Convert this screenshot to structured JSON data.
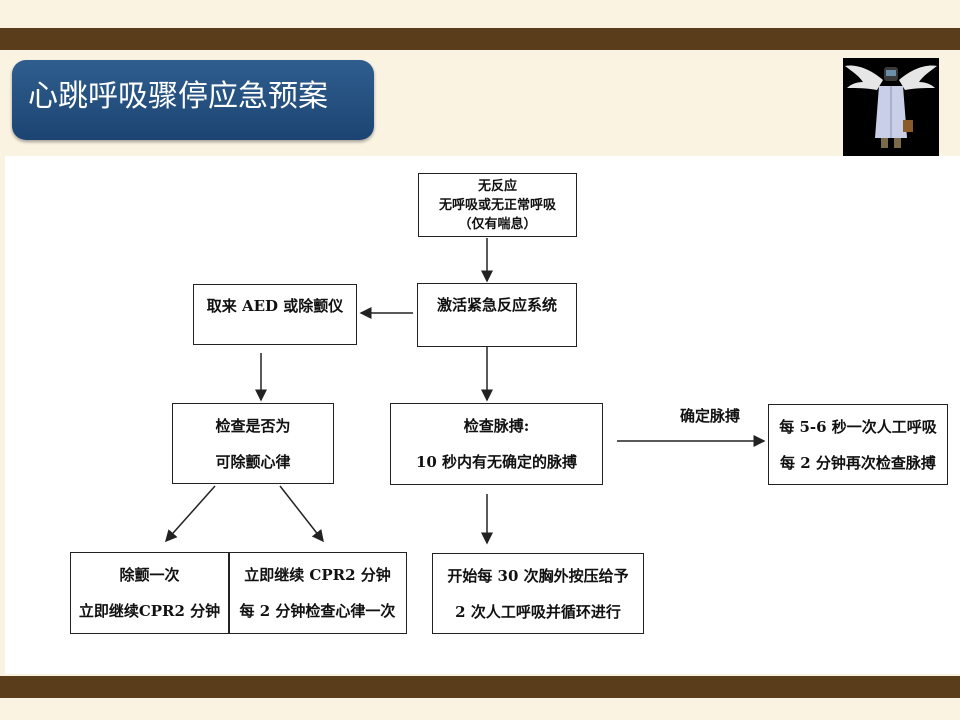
{
  "title": "心跳呼吸骤停应急预案",
  "nodes": {
    "no_response": [
      "无反应",
      "无呼吸或无正常呼吸",
      "（仅有喘息）"
    ],
    "activate_ems": [
      "激活紧急反应系统"
    ],
    "get_aed": [
      "取来 AED 或除颤仪"
    ],
    "check_shockable": [
      "检查是否为",
      "可除颤心律"
    ],
    "check_pulse": [
      "检查脉搏:",
      "10 秒内有无确定的脉搏"
    ],
    "breathing_support": [
      "每 5-6 秒一次人工呼吸",
      "每 2 分钟再次检查脉搏"
    ],
    "shock_once": [
      "除颤一次",
      "立即继续CPR2 分钟"
    ],
    "continue_cpr": [
      "立即继续 CPR2 分钟",
      "每 2 分钟检查心律一次"
    ],
    "start_compressions": [
      "开始每 30 次胸外按压给予",
      "2 次人工呼吸并循环进行"
    ]
  },
  "edge_labels": {
    "definite_pulse": "确定脉搏"
  },
  "colors": {
    "band": "#5a3e1c",
    "background": "#fbf3e2",
    "title_bg": "#1c4472"
  }
}
